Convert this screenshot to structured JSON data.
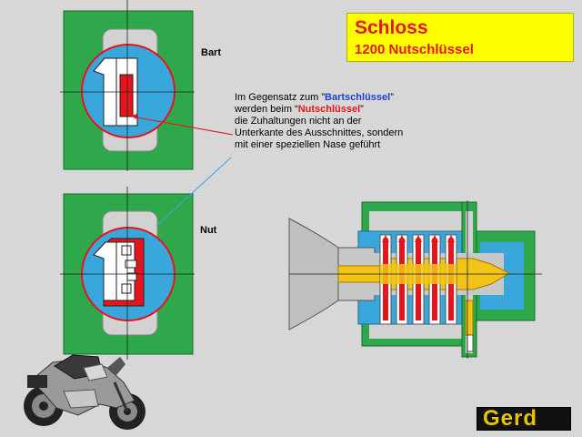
{
  "title": "Schloss",
  "subtitle": "1200 Nutschlüssel",
  "labels": {
    "bart": "Bart",
    "nut": "Nut"
  },
  "description": {
    "line1_pre": "Im Gegensatz zum ”",
    "line1_kw": "Bartschlüssel",
    "line1_post": "”",
    "line2_pre": "werden beim “",
    "line2_kw": "Nutschlüssel",
    "line2_post": "”",
    "line3": "die Zuhaltungen nicht an der",
    "line4": "Unterkante des Ausschnittes, sondern",
    "line5": "mit einer speziellen Nase geführt"
  },
  "logo": "Gerd",
  "colors": {
    "green": "#2ea84a",
    "blue": "#3aa7dc",
    "red": "#e8141c",
    "yellow": "#ffff00",
    "key_yellow": "#f2c418",
    "grey": "#d2d2d2"
  },
  "icons": [
    "motorcycle-image",
    "gerd-logo"
  ]
}
